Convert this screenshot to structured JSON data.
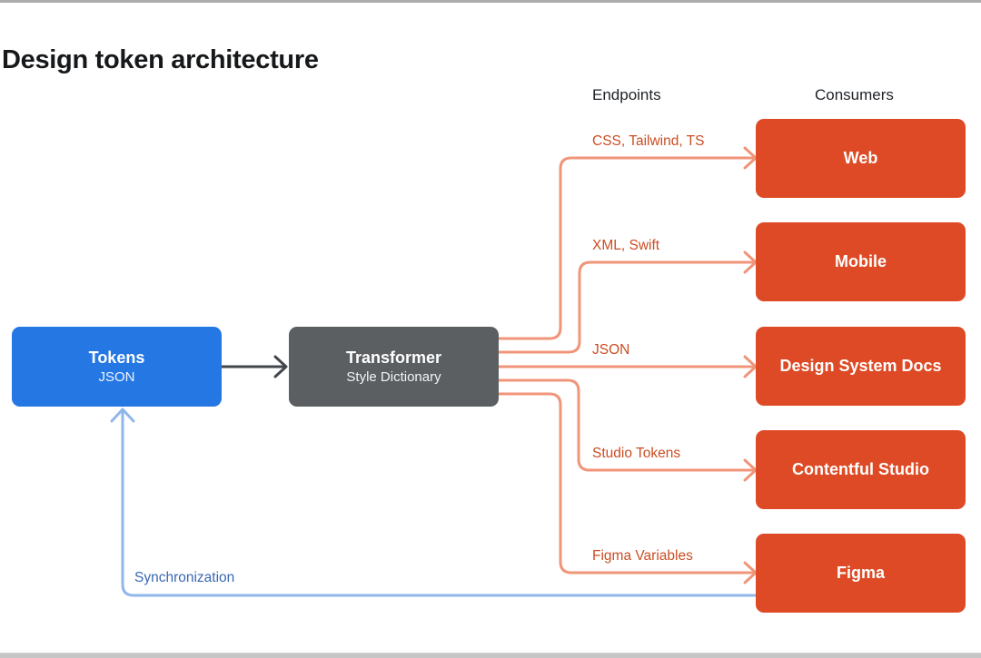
{
  "page": {
    "title": "Design token architecture"
  },
  "columns": {
    "endpoints": "Endpoints",
    "consumers": "Consumers"
  },
  "nodes": {
    "tokens": {
      "label": "Tokens",
      "sublabel": "JSON"
    },
    "transformer": {
      "label": "Transformer",
      "sublabel": "Style Dictionary"
    },
    "consumers": [
      {
        "label": "Web"
      },
      {
        "label": "Mobile"
      },
      {
        "label": "Design System Docs"
      },
      {
        "label": "Contentful Studio"
      },
      {
        "label": "Figma"
      }
    ]
  },
  "edges": {
    "outputs": [
      {
        "label": "CSS, Tailwind, TS",
        "from": "Transformer",
        "to": "Web"
      },
      {
        "label": "XML, Swift",
        "from": "Transformer",
        "to": "Mobile"
      },
      {
        "label": "JSON",
        "from": "Transformer",
        "to": "Design System Docs"
      },
      {
        "label": "Studio Tokens",
        "from": "Transformer",
        "to": "Contentful Studio"
      },
      {
        "label": "Figma Variables",
        "from": "Transformer",
        "to": "Figma"
      }
    ],
    "tokens_to_transformer": {
      "from": "Tokens",
      "to": "Transformer"
    },
    "sync": {
      "label": "Synchronization",
      "from": "Figma",
      "to": "Tokens"
    }
  },
  "colors": {
    "consumer_box": "#dd4a25",
    "flow_arrow": "#f09579",
    "flow_label": "#cb4d23",
    "tokens_box": "#2577e4",
    "sync_arrow": "#90b6ea",
    "sync_label": "#3a68b2",
    "transformer_box": "#5b5f62",
    "connector_arrow": "#42474d"
  }
}
